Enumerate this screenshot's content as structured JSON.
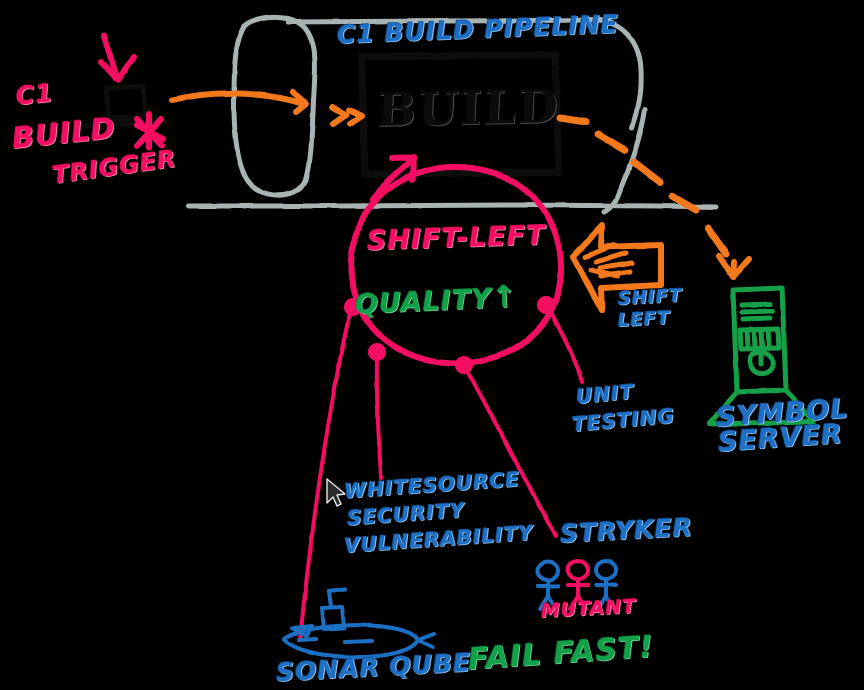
{
  "diagram": {
    "title": "CI Build Pipeline Shift-Left Quality Sketch",
    "background_color": "#000000"
  },
  "palette": {
    "pink": "#f50f64",
    "blue": "#1f6fc4",
    "green": "#12a148",
    "orange": "#f4791f",
    "gray": "#a8b3b3",
    "black": "#0b0b0b"
  },
  "pipeline": {
    "title": "C1 BUILD PIPELINE",
    "stage_label": "BUILD"
  },
  "trigger": {
    "line1": "C1",
    "line2": "BUILD",
    "line3": "TRIGGER",
    "icon": "laptop-icon",
    "arrow_icon": "down-arrow-icon",
    "burst_icon": "asterisk-burst-icon"
  },
  "shift_left": {
    "circle_label": "SHIFT-LEFT",
    "quality_label": "QUALITY",
    "quality_arrow": "↑",
    "callout_line1": "SHIFT",
    "callout_line2": "LEFT",
    "callout_icon": "left-arrow-icon"
  },
  "symbol_server": {
    "line1": "SYMBOL",
    "line2": "SERVER",
    "icon": "server-tower-icon",
    "arrow_icon": "down-arrow-icon"
  },
  "quality_gates": [
    {
      "id": "sonarqube",
      "lines": [
        "SONAR QUBE"
      ],
      "icon": "submarine-icon",
      "color": "#1f6fc4"
    },
    {
      "id": "whitesource",
      "lines": [
        "WHITESOURCE",
        "SECURITY",
        "VULNERABILITY"
      ],
      "icon": "cursor-arrow-icon",
      "color": "#1f6fc4"
    },
    {
      "id": "stryker",
      "lines": [
        "STRYKER"
      ],
      "sub_label": "MUTANT",
      "icon": "stick-figures-icon",
      "color": "#1f6fc4"
    },
    {
      "id": "unit-testing",
      "lines": [
        "UNIT",
        "TESTING"
      ],
      "icon": "",
      "color": "#1f6fc4"
    }
  ],
  "fail_fast": {
    "label": "FAIL FAST!"
  }
}
